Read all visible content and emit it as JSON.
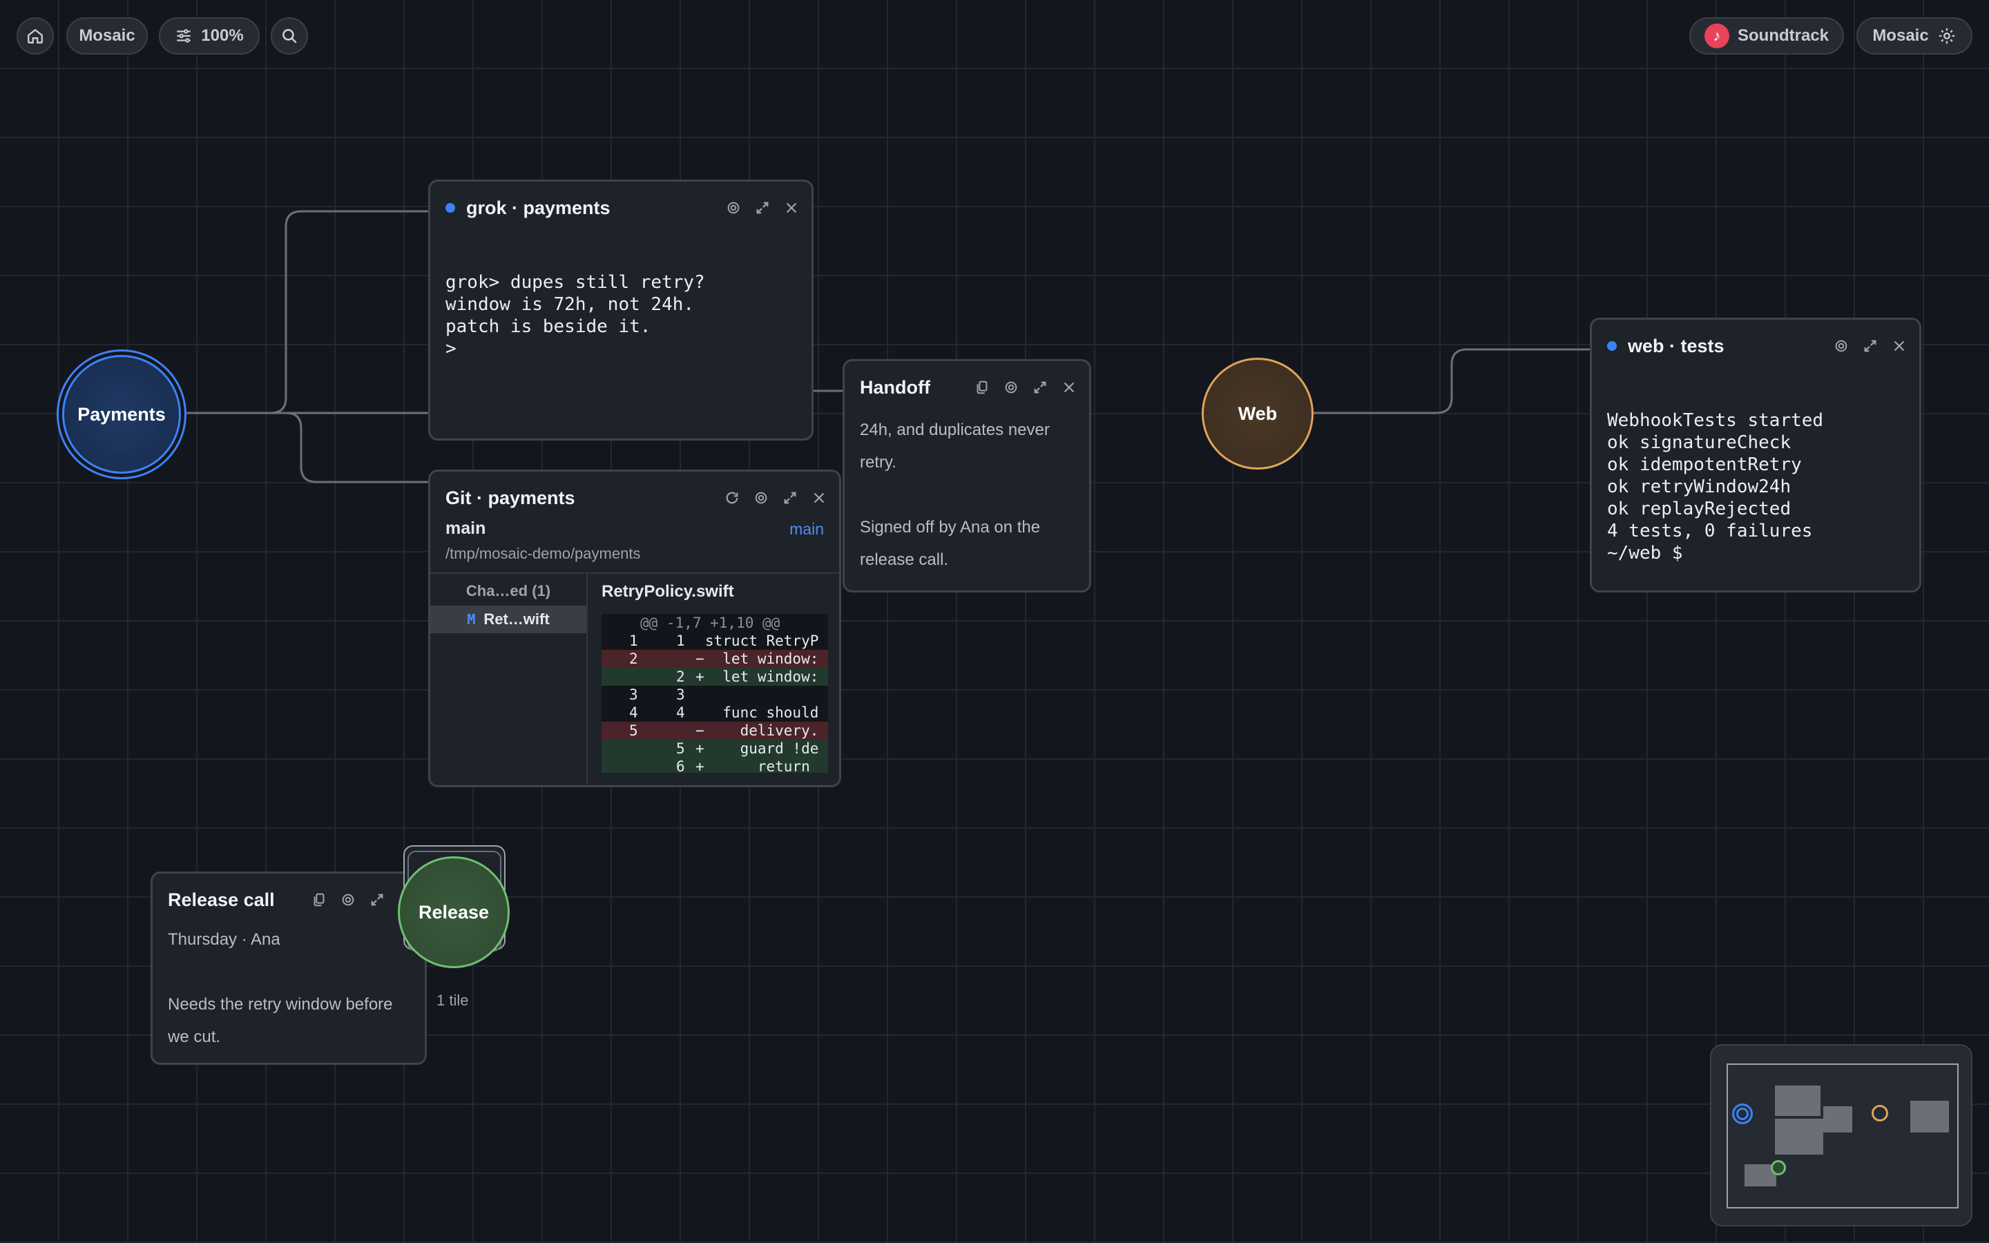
{
  "toolbar": {
    "workspace": "Mosaic",
    "zoom": "100%",
    "icons": [
      "home-icon",
      "sliders-icon",
      "search-icon"
    ]
  },
  "topright": {
    "soundtrack": "Soundtrack",
    "workspace": "Mosaic",
    "icons": [
      "music-note-icon",
      "gear-icon"
    ]
  },
  "nodes": {
    "payments": "Payments",
    "web": "Web",
    "release": "Release",
    "release_count": "1 tile"
  },
  "colors": {
    "payments": "#3b82f6",
    "web": "#e0a35a",
    "release": "#6fbf73",
    "added": "#223a2d",
    "removed": "#4a2428"
  },
  "grok": {
    "title": "grok · payments",
    "lines": [
      "grok> dupes still retry?",
      "",
      "window is 72h, not 24h.",
      "patch is beside it.",
      "",
      ">"
    ]
  },
  "git": {
    "title": "Git · payments",
    "branch": "main",
    "branch_tag": "main",
    "path": "/tmp/mosaic-demo/payments",
    "changes_header": "Cha…ed (1)",
    "file_status": "M",
    "file_name": "Ret…wift",
    "diff_file": "RetryPolicy.swift",
    "hunk": "@@ -1,7 +1,10 @@",
    "diff": [
      {
        "type": "ctx",
        "a": "1",
        "b": "1",
        "sign": "",
        "code": "struct RetryP"
      },
      {
        "type": "del",
        "a": "2",
        "b": "",
        "sign": "−",
        "code": "  let window:"
      },
      {
        "type": "add",
        "a": "",
        "b": "2",
        "sign": "+",
        "code": "  let window:"
      },
      {
        "type": "ctx",
        "a": "3",
        "b": "3",
        "sign": "",
        "code": ""
      },
      {
        "type": "ctx",
        "a": "4",
        "b": "4",
        "sign": "",
        "code": "  func should"
      },
      {
        "type": "del",
        "a": "5",
        "b": "",
        "sign": "−",
        "code": "    delivery."
      },
      {
        "type": "add",
        "a": "",
        "b": "5",
        "sign": "+",
        "code": "    guard !de"
      },
      {
        "type": "add",
        "a": "",
        "b": "6",
        "sign": "+",
        "code": "      return"
      }
    ]
  },
  "handoff": {
    "title": "Handoff",
    "lines": [
      "24h, and duplicates never",
      "retry.",
      "",
      "Signed off by Ana on the",
      "release call."
    ]
  },
  "webtests": {
    "title": "web · tests",
    "lines": [
      "WebhookTests started",
      "",
      "ok signatureCheck",
      "ok idempotentRetry",
      "ok retryWindow24h",
      "ok replayRejected",
      "",
      "4 tests, 0 failures",
      "~/web $"
    ]
  },
  "release_call": {
    "title": "Release call",
    "meta": "Thursday · Ana",
    "lines": [
      "Needs the retry window before",
      "we cut."
    ]
  }
}
